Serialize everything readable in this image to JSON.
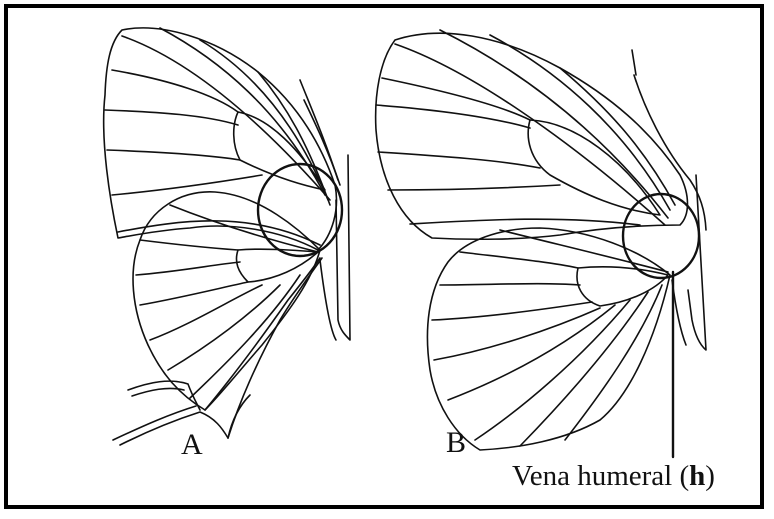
{
  "labels": {
    "a": "A",
    "b": "B",
    "vena_prefix": "Vena humeral (",
    "vena_h": "h",
    "vena_suffix": ")"
  },
  "colors": {
    "line": "#111111",
    "frame": "#000000",
    "background": "#ffffff"
  }
}
